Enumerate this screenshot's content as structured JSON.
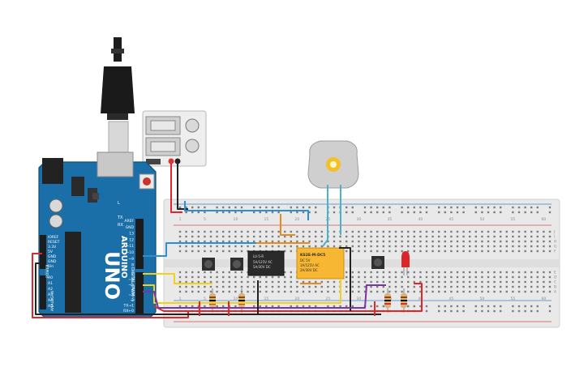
{
  "arduino": {
    "brand": "ARDUINO",
    "model": "UNO",
    "digital_label": "DIGITAL (PWM~)",
    "power_label": "POWER",
    "analog_label": "ANALOG IN",
    "tx": "TX",
    "rx": "RX",
    "l": "L",
    "on": "ON",
    "power_pins": [
      "IOREF",
      "RESET",
      "3.3V",
      "5V",
      "GND",
      "GND",
      "Vin"
    ],
    "analog_pins": [
      "A0",
      "A1",
      "A2",
      "A3",
      "A4",
      "A5"
    ],
    "digital_pins_top": [
      "AREF",
      "GND",
      "13",
      "12",
      "~11",
      "~10",
      "~9",
      "8"
    ],
    "digital_pins_bottom": [
      "7",
      "~6",
      "~5",
      "4",
      "~3",
      "2",
      "TX→1",
      "RX←0"
    ]
  },
  "relay_blue": {
    "line1": "LU-5-R",
    "line2": "5A/125V AC",
    "line3": "5A/30V DC"
  },
  "relay_yellow": {
    "line1": "KS2E-M-DC5",
    "line2": "DC 5V",
    "line3": "1A/125V AC",
    "line4": "2A/30V DC"
  },
  "breadboard": {
    "row_letters_top": [
      "J",
      "I",
      "H",
      "G",
      "F"
    ],
    "row_letters_bottom": [
      "E",
      "D",
      "C",
      "B",
      "A"
    ],
    "column_numbers": [
      "1",
      "5",
      "10",
      "15",
      "20",
      "25",
      "30",
      "35",
      "40",
      "45",
      "50",
      "55",
      "60"
    ]
  },
  "colors": {
    "arduino_blue": "#1b6fa8",
    "breadboard": "#e9e9e9",
    "wire_red": "#e0262b",
    "wire_blue": "#2b8fd6",
    "wire_orange": "#e98a1c",
    "wire_yellow": "#f2d11c",
    "wire_purple": "#7a35a0",
    "wire_black": "#222222",
    "wire_teal": "#4ab3c8",
    "relay_yellow": "#f7b733",
    "led_red": "#d8262c"
  }
}
